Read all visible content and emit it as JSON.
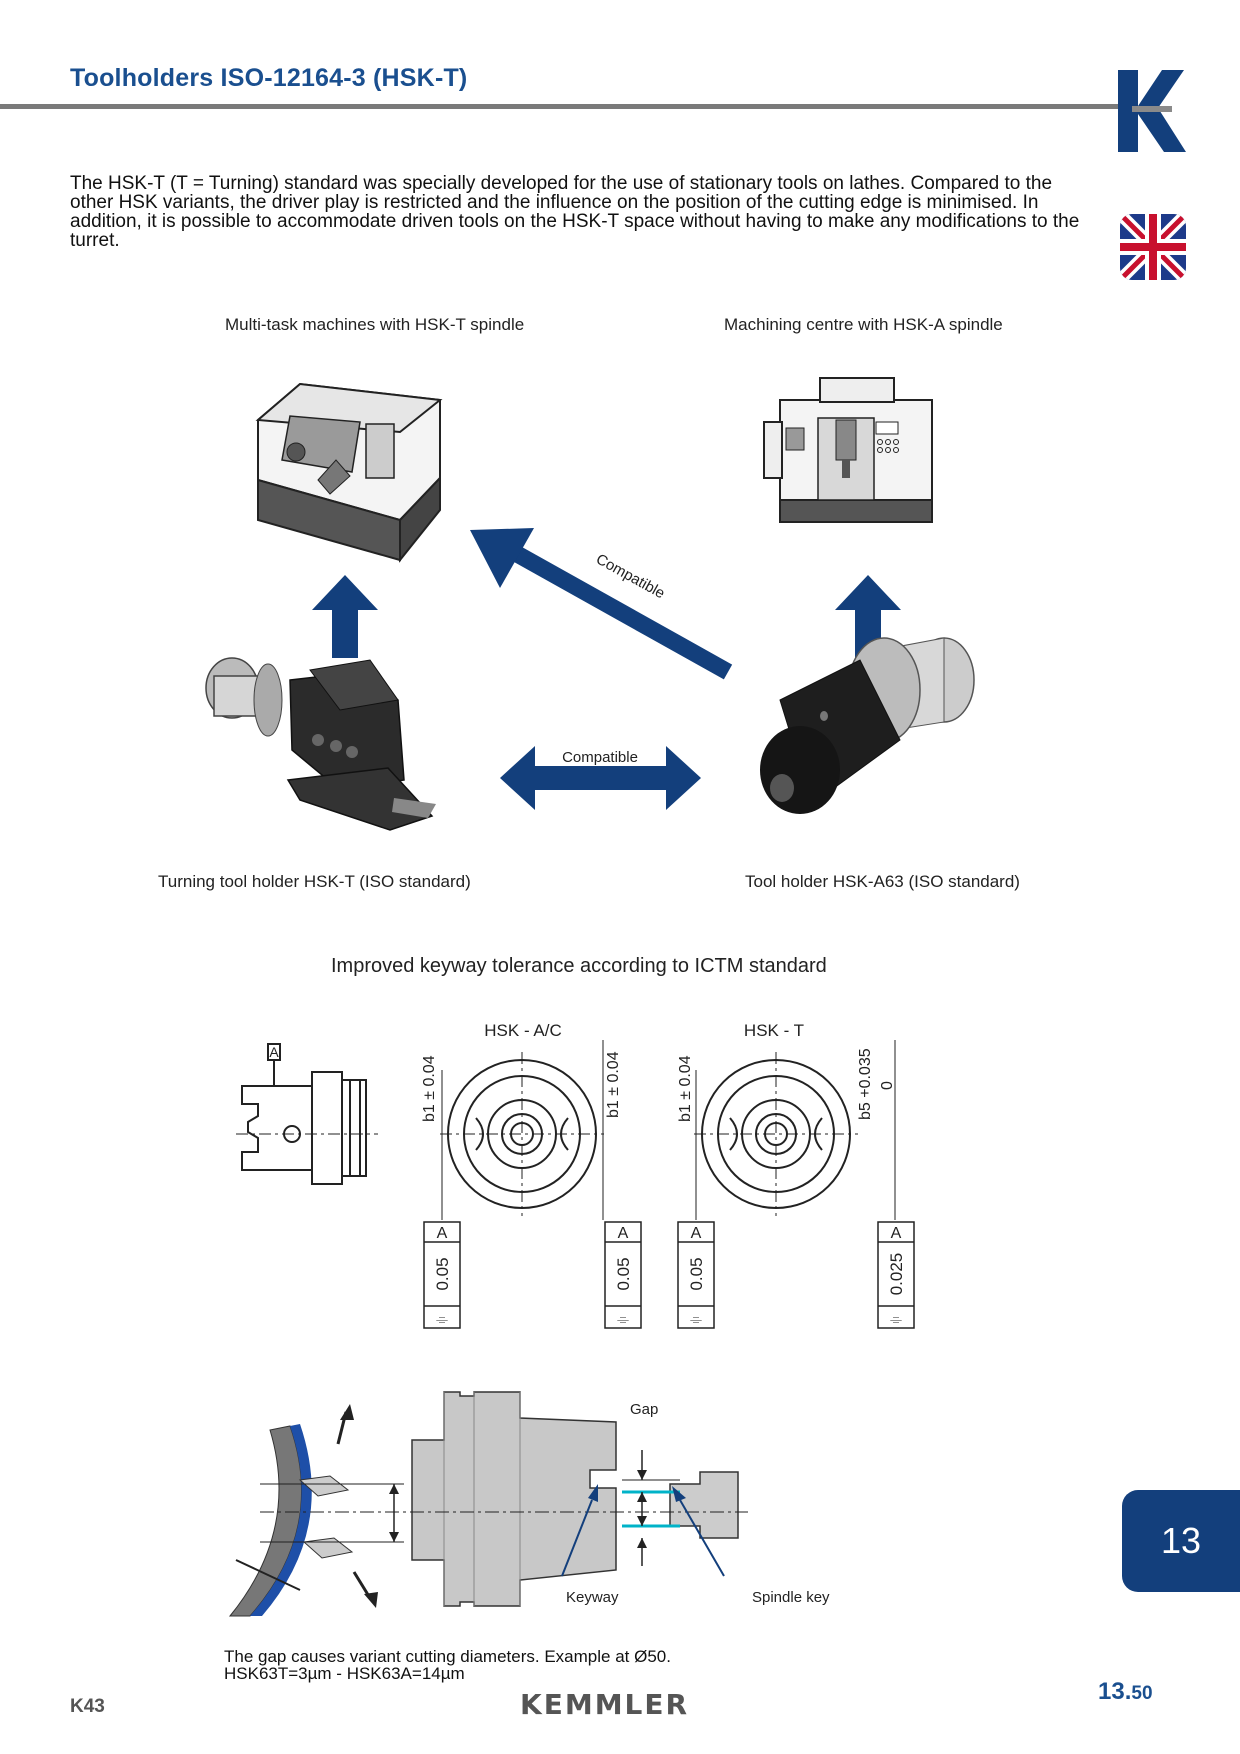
{
  "header": {
    "title": "Toolholders ISO-12164-3 (HSK-T)",
    "logo_letter": "K",
    "brand_color": "#133f7c"
  },
  "intro": "The HSK-T (T = Turning) standard was specially developed for the use of stationary tools on lathes. Compared to the other HSK variants, the driver play is restricted and the influence on the position of the cutting edge is minimised. In addition, it is possible to accommodate driven tools on the HSK-T space without having to make any modifications to the turret.",
  "compat": {
    "top_left_caption": "Multi-task machines with HSK-T spindle",
    "top_right_caption": "Machining centre with HSK-A spindle",
    "bottom_left_caption": "Turning tool holder HSK-T (ISO standard)",
    "bottom_right_caption": "Tool holder HSK-A63 (ISO standard)",
    "diagonal_label": "Compatible",
    "horizontal_label": "Compatible"
  },
  "keyway": {
    "heading": "Improved keyway tolerance according to ICTM standard",
    "datum_label": "A",
    "hsk_ac_label": "HSK - A/C",
    "hsk_t_label": "HSK - T",
    "dim_b1": "b1 ± 0.04",
    "dim_b5_top": "b5 +0.035",
    "dim_b5_bottom": "0",
    "tol_005": "0.05",
    "tol_0025": "0.025",
    "symmetry_symbol": "⌯"
  },
  "gap": {
    "gap_label": "Gap",
    "keyway_label": "Keyway",
    "spindle_key_label": "Spindle key",
    "note_line1": "The gap causes variant cutting diameters. Example at Ø50.",
    "note_line2": "HSK63T=3µm - HSK63A=14µm"
  },
  "footer": {
    "chapter_tab": "13",
    "page_main": "13.",
    "page_sub": "50",
    "left_code": "K43",
    "brand": "KEMMLER"
  }
}
